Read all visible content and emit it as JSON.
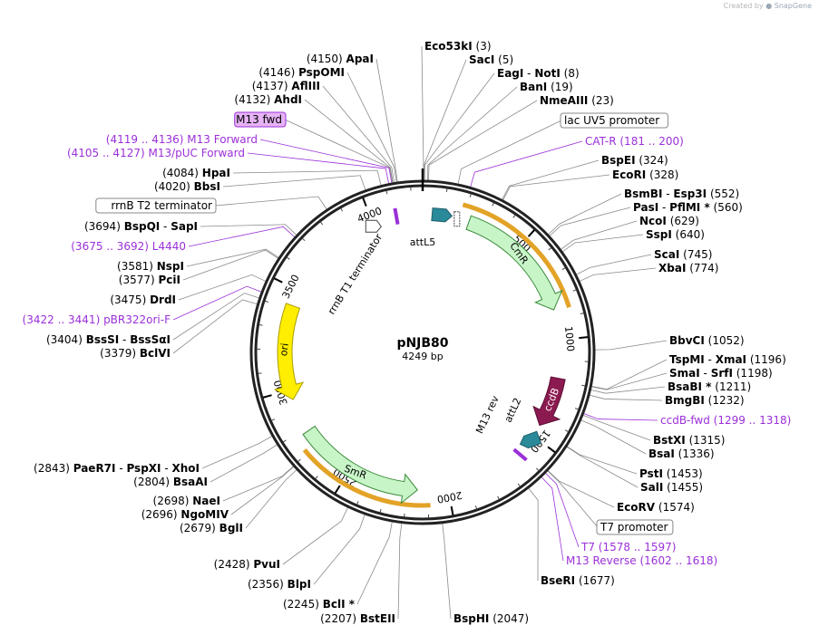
{
  "watermark": {
    "prefix": "Created by",
    "brand": "SnapGene"
  },
  "plasmid": {
    "name": "pNJB80",
    "size_label": "4249 bp",
    "length": 4249
  },
  "colors": {
    "backbone": "#222222",
    "primer": "#9b30d9",
    "primer_box": "#e6b3f5",
    "cmr": "#c8f5c8",
    "smr": "#c8f5c8",
    "ccdb": "#8b1a50",
    "ori": "#ffee00",
    "att": "#2a8a9a",
    "orange": "#e3a327",
    "label_line": "#7a7a7a"
  },
  "ticks": [
    "4000",
    "500",
    "1000",
    "1500",
    "2000",
    "2500",
    "3000",
    "3500"
  ],
  "features": [
    {
      "name": "CmR",
      "kind": "gene-arrow",
      "color": "cmr"
    },
    {
      "name": "ccdB",
      "kind": "gene-arrow",
      "color": "ccdb"
    },
    {
      "name": "SmR",
      "kind": "gene-arrow",
      "color": "smr"
    },
    {
      "name": "ori",
      "kind": "gene-arrow",
      "color": "ori"
    },
    {
      "name": "attL5",
      "kind": "att-site"
    },
    {
      "name": "attL2",
      "kind": "att-site"
    },
    {
      "name": "M13 rev",
      "kind": "primer-site"
    },
    {
      "name": "rrnB T1 terminator",
      "kind": "terminator"
    }
  ],
  "labels": [
    {
      "name": "Eco53kI",
      "pos": "(3)"
    },
    {
      "name": "SacI",
      "pos": "(5)"
    },
    {
      "name": "EagI",
      "name2": "NotI",
      "pos": "(8)"
    },
    {
      "name": "BanI",
      "pos": "(19)"
    },
    {
      "name": "NmeAIII",
      "pos": "(23)"
    },
    {
      "box": "lac UV5 promoter"
    },
    {
      "primer": "CAT-R",
      "pos": "(181 .. 200)"
    },
    {
      "name": "BspEI",
      "pos": "(324)"
    },
    {
      "name": "EcoRI",
      "pos": "(328)"
    },
    {
      "name": "BsmBI",
      "name2": "Esp3I",
      "pos": "(552)"
    },
    {
      "name": "PasI",
      "name2": "PflMI",
      "star": true,
      "pos": "(560)"
    },
    {
      "name": "NcoI",
      "pos": "(629)"
    },
    {
      "name": "SspI",
      "pos": "(640)"
    },
    {
      "name": "ScaI",
      "pos": "(745)"
    },
    {
      "name": "XbaI",
      "pos": "(774)"
    },
    {
      "name": "BbvCI",
      "pos": "(1052)"
    },
    {
      "name": "TspMI",
      "name2": "XmaI",
      "pos": "(1196)"
    },
    {
      "name": "SmaI",
      "name2": "SrfI",
      "pos": "(1198)"
    },
    {
      "name": "BsaBI",
      "star": true,
      "pos": "(1211)"
    },
    {
      "name": "BmgBI",
      "pos": "(1232)"
    },
    {
      "primer": "ccdB-fwd",
      "pos": "(1299 .. 1318)"
    },
    {
      "name": "BstXI",
      "pos": "(1315)"
    },
    {
      "name": "BsaI",
      "pos": "(1336)"
    },
    {
      "name": "PstI",
      "pos": "(1453)"
    },
    {
      "name": "SalI",
      "pos": "(1455)"
    },
    {
      "name": "EcoRV",
      "pos": "(1574)"
    },
    {
      "box": "T7 promoter"
    },
    {
      "primer": "T7",
      "pos": "(1578 .. 1597)"
    },
    {
      "primer": "M13 Reverse",
      "pos": "(1602 .. 1618)"
    },
    {
      "name": "BseRI",
      "pos": "(1677)"
    },
    {
      "name": "BspHI",
      "pos": "(2047)"
    },
    {
      "name": "BstEII",
      "pos": "(2207)"
    },
    {
      "name": "BclI",
      "star": true,
      "pos": "(2245)"
    },
    {
      "name": "BlpI",
      "pos": "(2356)"
    },
    {
      "name": "PvuI",
      "pos": "(2428)"
    },
    {
      "name": "BglI",
      "pos": "(2679)"
    },
    {
      "name": "NgoMIV",
      "pos": "(2696)"
    },
    {
      "name": "NaeI",
      "pos": "(2698)"
    },
    {
      "name": "BsaAI",
      "pos": "(2804)"
    },
    {
      "name": "PaeR7I",
      "name2": "PspXI",
      "name3": "XhoI",
      "pos": "(2843)"
    },
    {
      "name": "BclVI",
      "pos": "(3379)"
    },
    {
      "name": "BssSI",
      "name2": "BssSαI",
      "pos": "(3404)"
    },
    {
      "primer": "pBR322ori-F",
      "pos": "(3422 .. 3441)"
    },
    {
      "name": "DrdI",
      "pos": "(3475)"
    },
    {
      "name": "PciI",
      "pos": "(3577)"
    },
    {
      "name": "NspI",
      "pos": "(3581)"
    },
    {
      "primer": "L4440",
      "pos": "(3675 .. 3692)"
    },
    {
      "name": "BspQI",
      "name2": "SapI",
      "pos": "(3694)"
    },
    {
      "box": "rrnB T2 terminator"
    },
    {
      "name": "BbsI",
      "pos": "(4020)"
    },
    {
      "name": "HpaI",
      "pos": "(4084)"
    },
    {
      "primer": "M13/pUC Forward",
      "pos": "(4105 .. 4127)"
    },
    {
      "primer": "M13 Forward",
      "pos": "(4119 .. 4136)"
    },
    {
      "box": "M13 fwd",
      "highlight": true
    },
    {
      "name": "AhdI",
      "pos": "(4132)"
    },
    {
      "name": "AflIII",
      "pos": "(4137)"
    },
    {
      "name": "PspOMI",
      "pos": "(4146)"
    },
    {
      "name": "ApaI",
      "pos": "(4150)"
    }
  ]
}
